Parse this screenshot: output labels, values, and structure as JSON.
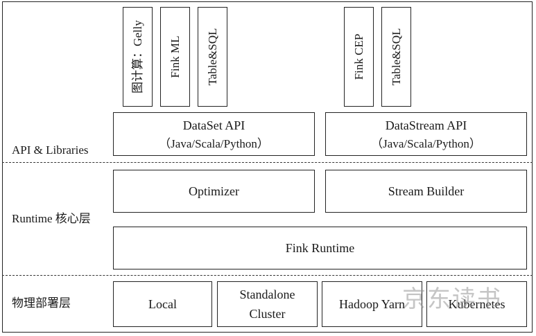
{
  "layers": {
    "api_label": "API & Libraries",
    "runtime_label": "Runtime 核心层",
    "deploy_label": "物理部署层"
  },
  "libraries": {
    "gelly": "图计算：Gelly",
    "ml": "Fink ML",
    "table_sql_batch": "Table&SQL",
    "cep": "Fink CEP",
    "table_sql_stream": "Table&SQL"
  },
  "apis": {
    "dataset_title": "DataSet API",
    "dataset_langs": "（Java/Scala/Python）",
    "datastream_title": "DataStream API",
    "datastream_langs": "（Java/Scala/Python）"
  },
  "runtime": {
    "optimizer": "Optimizer",
    "stream_builder": "Stream Builder",
    "fink_runtime": "Fink Runtime"
  },
  "deploy": {
    "local": "Local",
    "standalone_line1": "Standalone",
    "standalone_line2": "Cluster",
    "hadoop_yarn": "Hadoop Yarn",
    "kubernetes": "Kubernetes"
  },
  "watermark": "京东读书"
}
